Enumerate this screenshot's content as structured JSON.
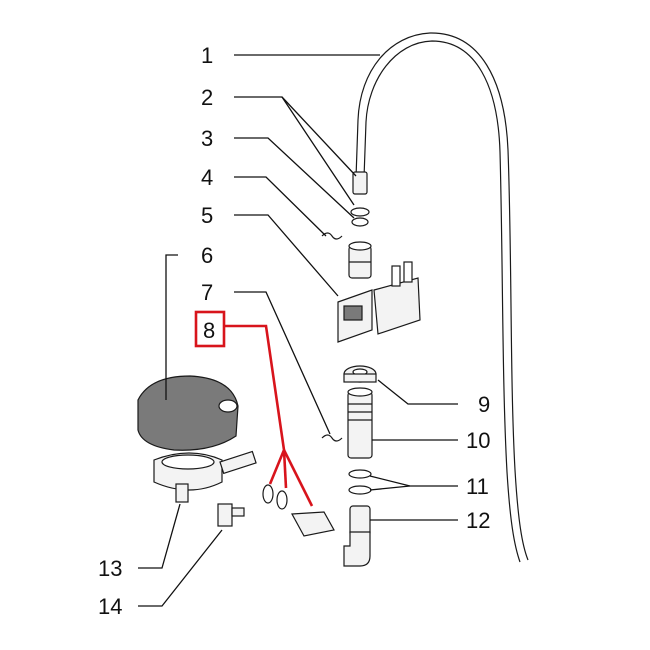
{
  "diagram": {
    "callouts": [
      {
        "id": "c1",
        "label": "1"
      },
      {
        "id": "c2",
        "label": "2"
      },
      {
        "id": "c3",
        "label": "3"
      },
      {
        "id": "c4",
        "label": "4"
      },
      {
        "id": "c5",
        "label": "5"
      },
      {
        "id": "c6",
        "label": "6"
      },
      {
        "id": "c7",
        "label": "7"
      },
      {
        "id": "c8",
        "label": "8",
        "highlighted": true
      },
      {
        "id": "c9",
        "label": "9"
      },
      {
        "id": "c10",
        "label": "10"
      },
      {
        "id": "c11",
        "label": "11"
      },
      {
        "id": "c12",
        "label": "12"
      },
      {
        "id": "c13",
        "label": "13"
      },
      {
        "id": "c14",
        "label": "14"
      }
    ],
    "highlight_color": "#d8141c",
    "line_color": "#111111"
  }
}
